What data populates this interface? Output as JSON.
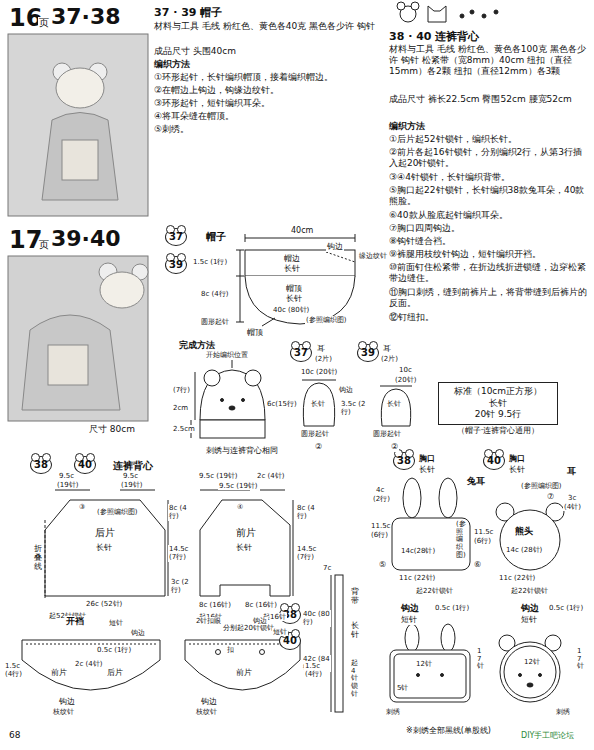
{
  "diagram": {
    "nodes": [
      {
        "text": [
          "37"
        ]
      },
      {
        "text": [
          "39"
        ]
      },
      {
        "text": [
          "37"
        ]
      },
      {
        "text": [
          "39"
        ]
      },
      {
        "text": [
          "38"
        ]
      },
      {
        "text": [
          "40"
        ]
      },
      {
        "text": [
          "38"
        ]
      },
      {
        "text": [
          "40"
        ]
      },
      {
        "text": [
          "38"
        ]
      },
      {
        "text": [
          "40"
        ]
      },
      {
        "text": [
          "标准（10cm正方形）",
          "长针",
          "20针 9.5行",
          "（帽子·连裤背心通用）"
        ]
      }
    ],
    "labels": [
      "16",
      "页",
      "37·38",
      "17",
      "页",
      "39·40",
      "尺寸 80cm",
      "37 · 39 帽子",
      "材料与工具 毛线 粉红色、黄色各40克 黑色各少许 钩针",
      "成品尺寸 头围40cm",
      "编织方法",
      "①环形起针，长针编织帽顶，接着编织帽边。",
      "②在帽边上钩边，钩缘边纹针。",
      "③环形起针，短针编织耳朵。",
      "④将耳朵缝在帽顶。",
      "⑤刺绣。",
      "38 · 40 连裤背心",
      "材料与工具 毛线 粉红色、黄色各100克 黑色各少许 钩针 松紧带（宽8mm）40cm 纽扣（直径15mm）各2颗 纽扣（直径12mm）各3颗",
      "成品尺寸 裤长22.5cm 臀围52cm 腰宽52cm",
      "编织方法",
      "①后片起52针锁针，编织长针。",
      "②前片各起16针锁针，分别编织2行，从第3行插入起20针锁针。",
      "③④4针锁针，长针编织背带。",
      "⑤胸口起22针锁针，长针编织38款兔耳朵，40款熊脸。",
      "⑥40款从脸底起针编织耳朵。",
      "⑦胸口四周钩边。",
      "⑧钩针缝合裆。",
      "⑨裤腿用枝纹针钩边，短针编织开裆。",
      "⑩前面钉住松紧带，在折边线折进锁缝，边穿松紧带边缝住。",
      "⑪胸口刺绣，缝到前裤片上，将背带缝到后裤片的反面。",
      "⑫钉纽扣。",
      "帽子",
      "40cm",
      "钩边",
      "缘边纹针",
      "1.5c (1行)",
      "帽边",
      "长针",
      "8c (4行)",
      "帽顶",
      "长针",
      "40c (80针)",
      "圆形起针",
      "(参照编织图)",
      "帽顶",
      "完成方法",
      "开始编织位置",
      "(7行)",
      "2cm",
      "2.5cm",
      "耳",
      "(2片)",
      "10c (20针)",
      "钩边",
      "长针",
      "6c(15行)",
      "圆形起针",
      "②",
      "耳",
      "(2片)",
      "10c",
      "(20针)",
      "3.5c (2行)",
      "长针",
      "圆形起针",
      "②",
      "刺绣与连裤背心相同",
      "连裤背心",
      "9.5c",
      "(19针)",
      "9.5c",
      "(19针)",
      "③",
      "(参照编织图)",
      "后片",
      "长针",
      "8c (4行)",
      "14.5c (7行)",
      "折叠线",
      "26c (52针)",
      "起52针锁针",
      "9.5c (19针)",
      "2c (4针)",
      "9.5c (19针)",
      "④",
      "前片",
      "长针",
      "8c (4行)",
      "14.5c (7行)",
      "3c (2行)",
      "8c (16针)",
      "8c (16针)",
      "起16针",
      "分别起20针锁针",
      "起16针",
      "7c",
      "40c (80行)",
      "42c (84行)",
      "背带",
      "长针",
      "起4针锁针",
      "开裆",
      "短针",
      "钩边",
      "0.5c (1行)",
      "2c (4针)",
      "1.5c (4行)",
      "前片",
      "后片",
      "钩边",
      "枝纹针",
      "2针扣眼",
      "钩边",
      "短针",
      "扣",
      "1.5c (4行)",
      "钩边",
      "枝纹针",
      "前片",
      "胸口",
      "长针",
      "兔耳",
      "胸口",
      "长针",
      "4c",
      "(2行)",
      "11.5c",
      "(6行)",
      "(参照编织图)",
      "14c(28针)",
      "⑤",
      "11c (22针)",
      "起22针锁针",
      "耳",
      "熊头",
      "(参照编织图)",
      "3c",
      "(4针)",
      "⑦",
      "11.5c",
      "(6行)",
      "14c (28针)",
      "⑥",
      "11c (22针)",
      "起22针锁针",
      "钩边",
      "短针",
      "钩边",
      "短针",
      "0.5c (1行)",
      "12针",
      "17针",
      "5针",
      "刺绣",
      "0.5c (1行)",
      "12针",
      "17针",
      "刺绣",
      "※刺绣全部黑线(单股线)",
      "68",
      "DIY手工吧论坛"
    ]
  }
}
